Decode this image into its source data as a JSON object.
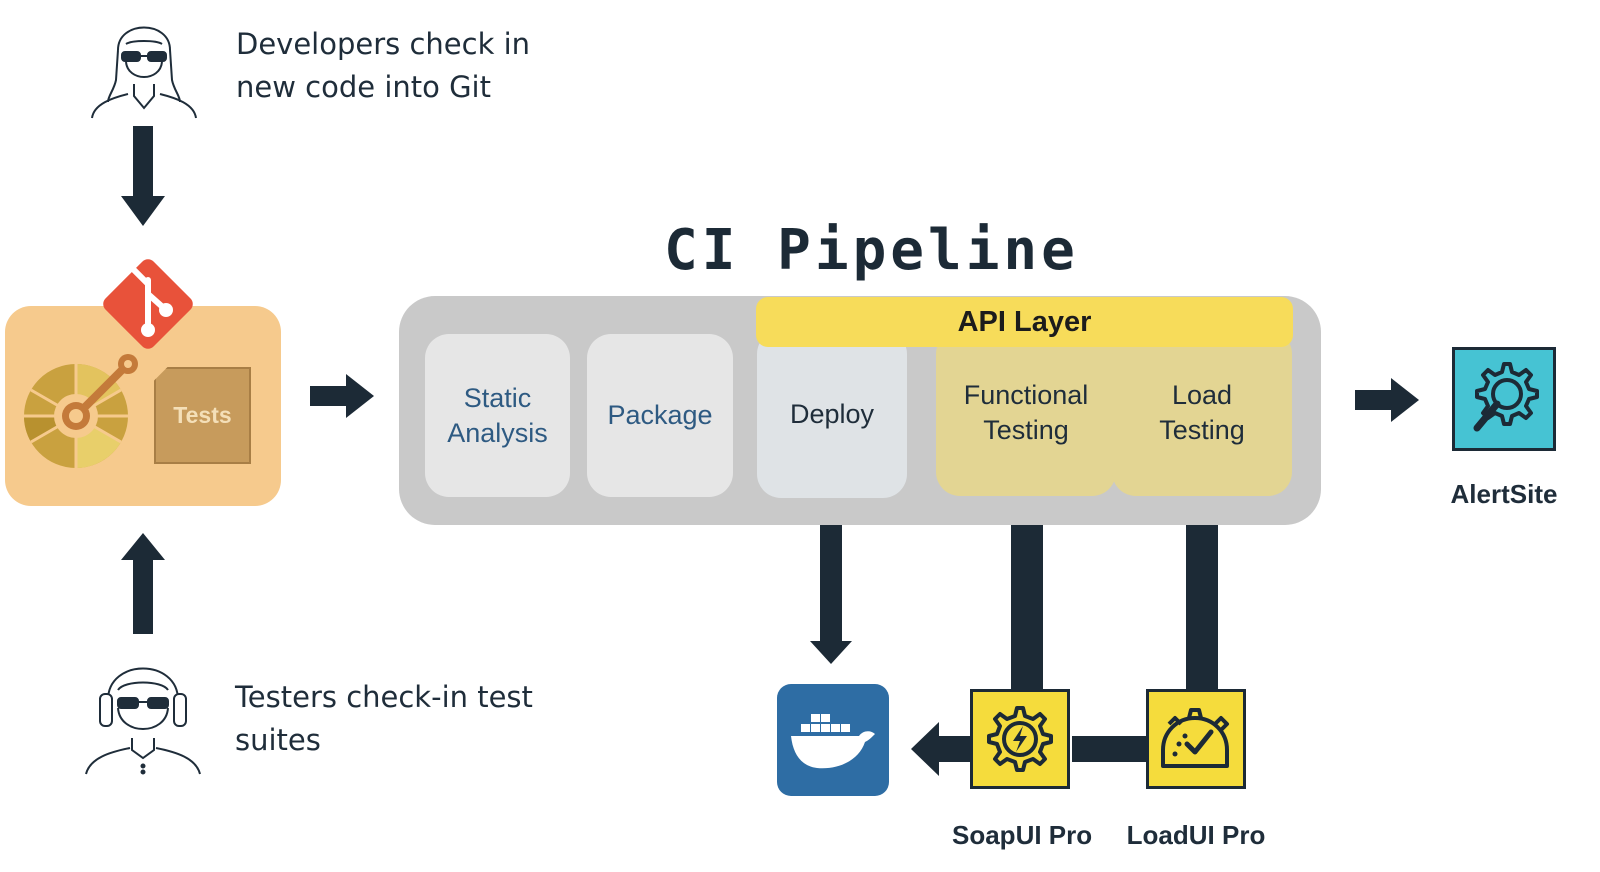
{
  "title": "CI Pipeline",
  "developers_caption": "Developers check in\nnew code into Git",
  "testers_caption": "Testers check-in test\nsuites",
  "repo": {
    "tests_label": "Tests"
  },
  "api_layer": "API Layer",
  "stages": [
    {
      "label": "Static\nAnalysis"
    },
    {
      "label": "Package"
    },
    {
      "label": "Deploy"
    },
    {
      "label": "Functional\nTesting"
    },
    {
      "label": "Load\nTesting"
    }
  ],
  "tools": {
    "soapui": "SoapUI Pro",
    "loadui": "LoadUI Pro",
    "alertsite": "AlertSite"
  },
  "colors": {
    "arrow": "#1c2a36",
    "git": "#e8523a",
    "repo": "#f6ca8d",
    "pipeline": "#c9c9c9",
    "api_layer": "#f7dc5a",
    "tool_yellow": "#f5dc3c",
    "alertsite": "#46c3d3",
    "docker": "#2e6da4"
  }
}
